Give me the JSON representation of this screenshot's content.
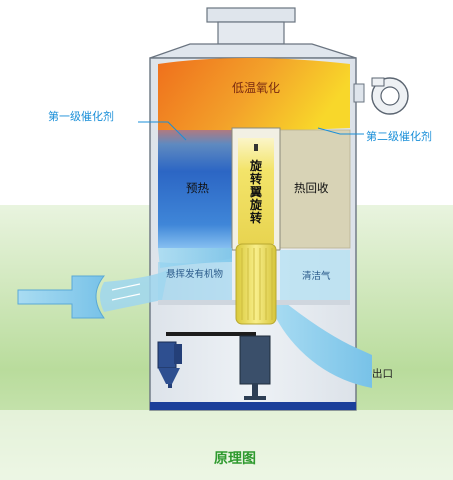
{
  "diagram": {
    "labels": {
      "low_temp_oxidation": "低温氧化",
      "first_stage_catalyst": "第一级催化剂",
      "second_stage_catalyst": "第二级催化剂",
      "preheat": "预热",
      "rotary_wing": "旋转翼旋转",
      "heat_recovery": "热回收",
      "volatile_generator": "悬挥发有机物",
      "clean_gas": "清洁气",
      "outlet": "出口",
      "figure_title": "原理图"
    },
    "colors": {
      "oxidation_top": "#f07a20",
      "oxidation_right": "#f8d020",
      "preheat_blue": "#2a6ac8",
      "rotor_yellow": "#f0e060",
      "heat_recovery": "#d8d3b8",
      "housing": "#e2e7ee",
      "airflow": "#8fd0ee",
      "base_bar": "#1b3f9a",
      "callout_text": "#1a8fd8",
      "title_green": "#2f9a2f",
      "background_green": "#a8d488"
    }
  }
}
